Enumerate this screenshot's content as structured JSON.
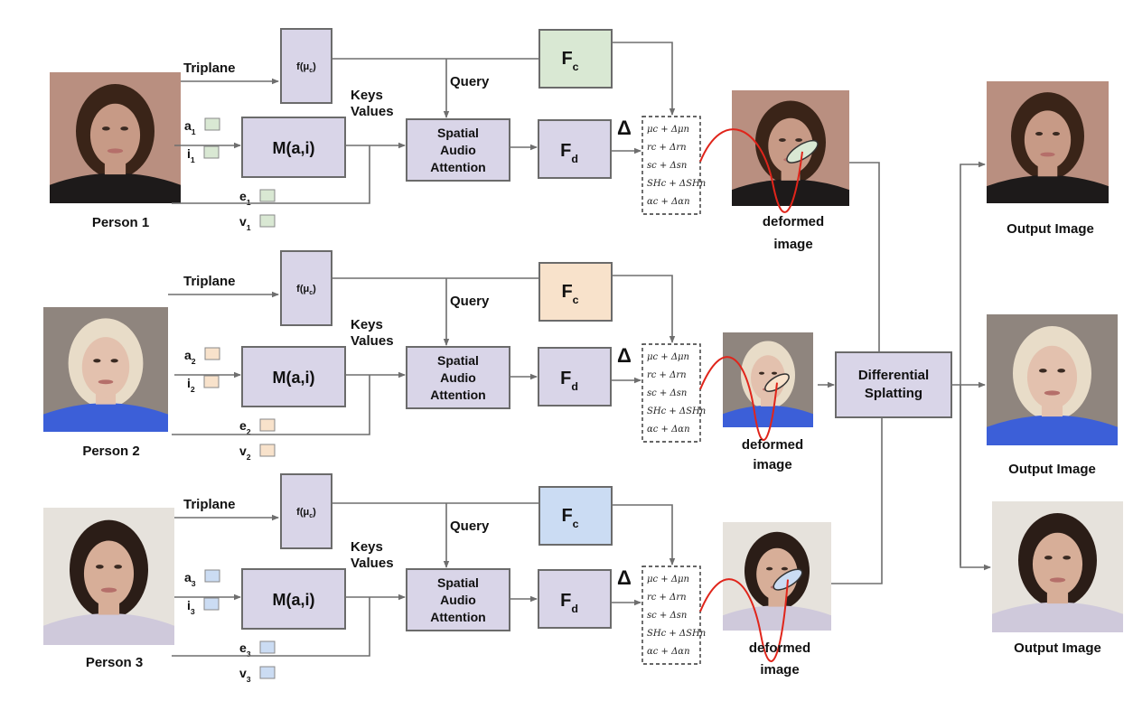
{
  "colors": {
    "module_fill": "#d9d5e8",
    "person1_accent": "#d9e8d3",
    "person2_accent": "#f8e2cb",
    "person3_accent": "#cbdcf3",
    "curve": "#e0251b",
    "wire": "#6e6e6e"
  },
  "labels": {
    "triplane": "Triplane",
    "query": "Query",
    "keys": "Keys",
    "values": "Values",
    "f_mu": "f(μ",
    "f_mu_sub": "c",
    "f_mu_close": ")",
    "mai": "M(a,i)",
    "saa_line1": "Spatial",
    "saa_line2": "Audio",
    "saa_line3": "Attention",
    "fc": "F",
    "fc_sub": "c",
    "fd": "F",
    "fd_sub": "d",
    "delta": "Δ",
    "deformed_line1": "deformed",
    "deformed_line2": "image",
    "output": "Output Image",
    "splat_line1": "Differential",
    "splat_line2": "Splatting"
  },
  "equations": [
    "μc + Δμn",
    "rc + Δrn",
    "sc + Δsn",
    "SHc + ΔSHn",
    "αc + Δαn"
  ],
  "persons": [
    {
      "name": "Person 1",
      "index": "1",
      "accent": "#d9e8d3",
      "skin": "#c79a86",
      "bg": "#b98f80",
      "hair": "#3a2418",
      "shirt": "#1d1a1a"
    },
    {
      "name": "Person 2",
      "index": "2",
      "accent": "#f8e2cb",
      "skin": "#e3c1ae",
      "bg": "#8f857e",
      "hair": "#e8dcc8",
      "shirt": "#3c5fd8"
    },
    {
      "name": "Person 3",
      "index": "3",
      "accent": "#cbdcf3",
      "skin": "#d7ae98",
      "bg": "#e6e2dc",
      "hair": "#2b1d17",
      "shirt": "#cfc9db"
    }
  ],
  "inputs": [
    "a",
    "i",
    "e",
    "v"
  ]
}
